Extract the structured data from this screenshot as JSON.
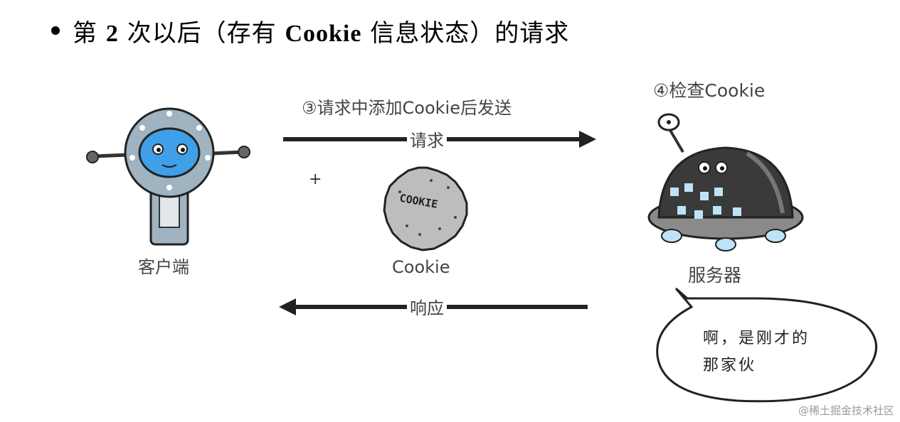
{
  "heading": {
    "prefix": "第 ",
    "num": "2",
    "middle": " 次以后（存有 ",
    "cookie_word": "Cookie",
    "suffix": " 信息状态）的请求"
  },
  "diagram": {
    "step3": "③请求中添加Cookie后发送",
    "step4": "④检查Cookie",
    "request": "请求",
    "response": "响应",
    "client": "客户端",
    "cookie": "Cookie",
    "cookie_stamp": "COOKIE",
    "server": "服务器",
    "plus": "+",
    "speech_line1": "啊，是刚才的",
    "speech_line2": "那家伙"
  },
  "watermark": "@稀土掘金技术社区",
  "colors": {
    "robot_blue": "#3f9fe8",
    "robot_gray": "#9fb3c0",
    "server_dark": "#3a3a3a",
    "server_light": "#bfe3f6",
    "cookie_gray": "#bdbdbd"
  }
}
